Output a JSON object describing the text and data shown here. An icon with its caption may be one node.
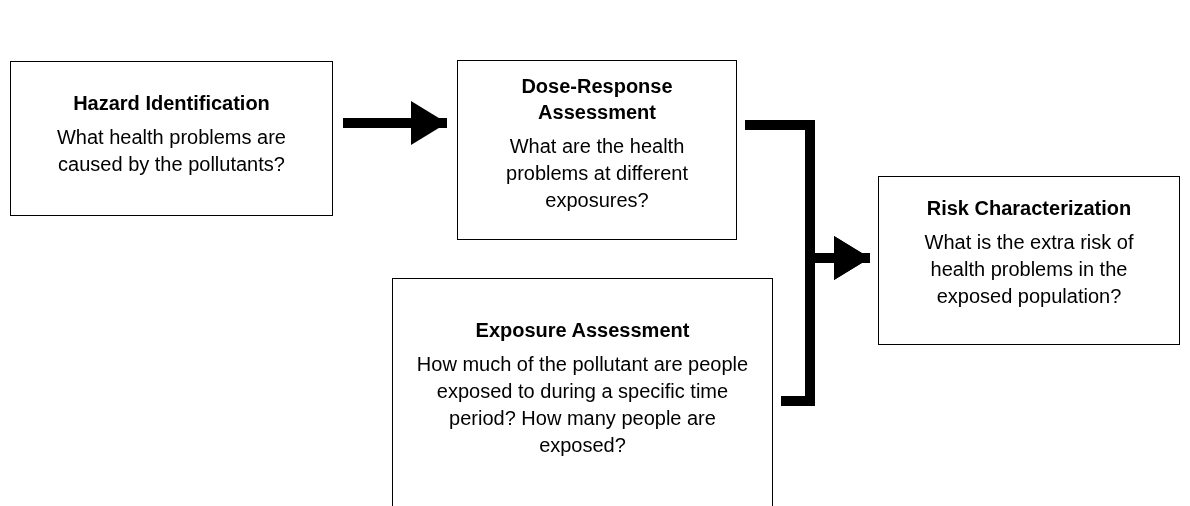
{
  "diagram": {
    "nodes": [
      {
        "text": [
          "Hazard Identification",
          "What health problems are caused by the pollutants?"
        ]
      },
      {
        "text": [
          "Dose-Response Assessment",
          "What are the health problems at different exposures?"
        ]
      },
      {
        "text": [
          "Exposure Assessment",
          "How much of the pollutant are people exposed to during a specific time period? How many people are exposed?"
        ]
      },
      {
        "text": [
          "Risk Characterization",
          "What is the extra risk of health problems in the exposed population?"
        ]
      }
    ],
    "edges": [
      {
        "from": 0,
        "to": 1,
        "arrow": "to"
      },
      {
        "from": 1,
        "to": 3,
        "arrow": "to"
      },
      {
        "from": 2,
        "to": 3,
        "arrow": "to"
      }
    ]
  }
}
